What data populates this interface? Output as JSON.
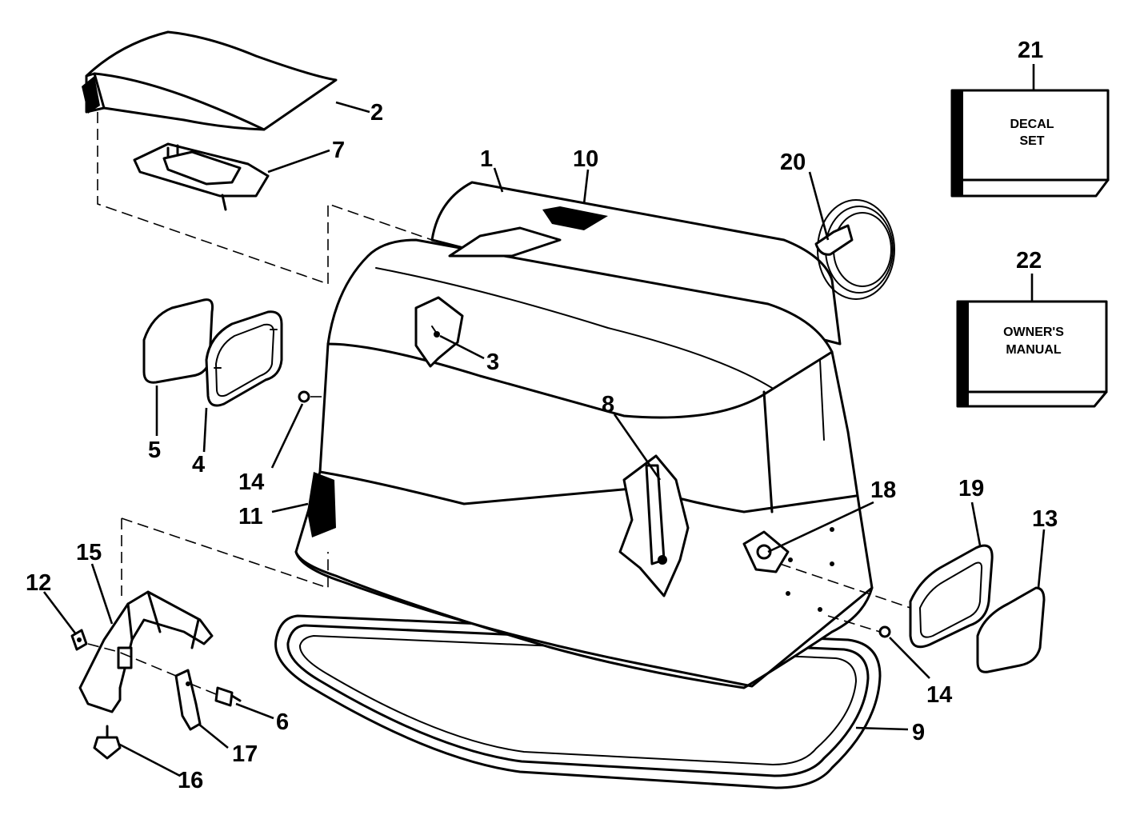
{
  "callouts": {
    "c1": "1",
    "c2": "2",
    "c3": "3",
    "c4": "4",
    "c5": "5",
    "c6": "6",
    "c7": "7",
    "c8": "8",
    "c9": "9",
    "c10": "10",
    "c11": "11",
    "c12": "12",
    "c13": "13",
    "c14a": "14",
    "c14b": "14",
    "c15": "15",
    "c16": "16",
    "c17": "17",
    "c18": "18",
    "c19": "19",
    "c20": "20",
    "c21": "21",
    "c22": "22"
  },
  "boxes": {
    "decal_line1": "DECAL",
    "decal_line2": "SET",
    "manual_line1": "OWNER'S",
    "manual_line2": "MANUAL"
  }
}
